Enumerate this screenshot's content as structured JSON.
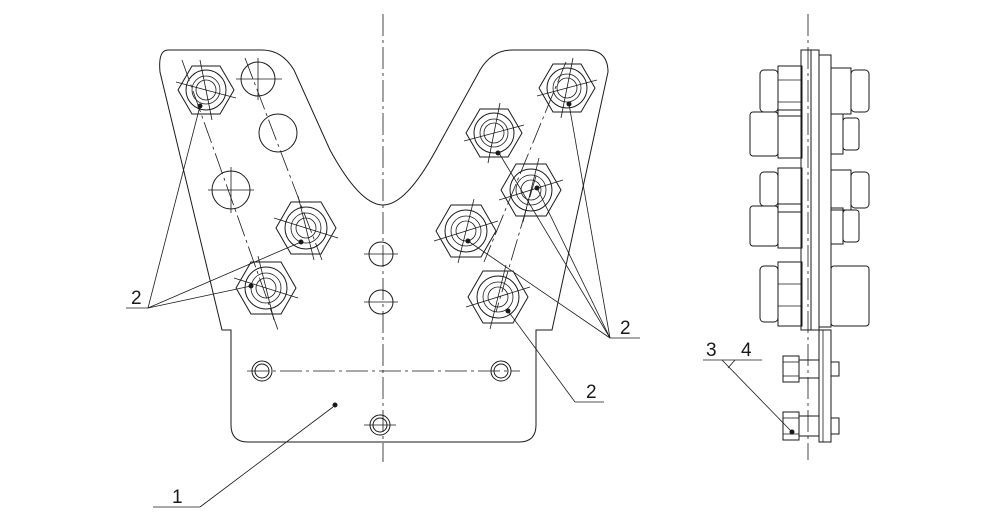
{
  "labels": {
    "plate": "1",
    "nut_left": "2",
    "nut_right_upper": "2",
    "nut_right_lower": "2",
    "fastener_3": "3",
    "fastener_4": "4"
  }
}
